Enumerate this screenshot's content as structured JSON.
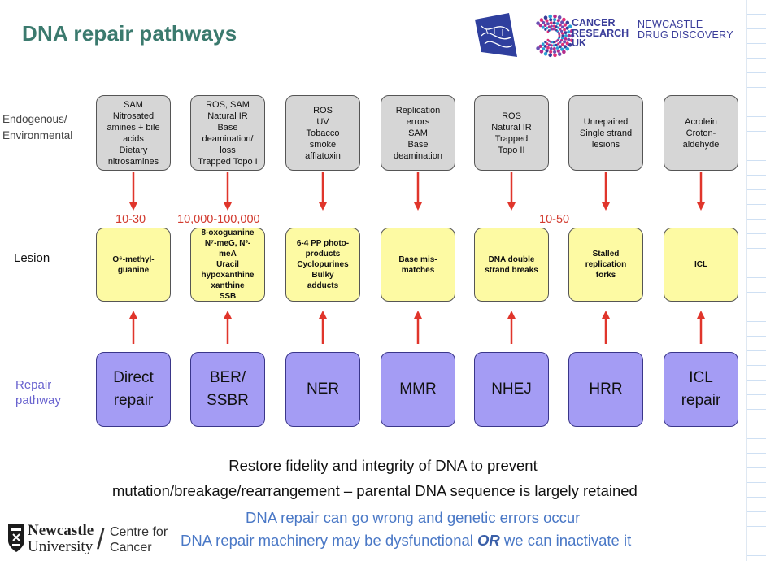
{
  "header": {
    "title": "DNA repair pathways",
    "cru_lines": [
      "CANCER",
      "RESEARCH",
      "UK"
    ],
    "ndd_lines": [
      "NEWCASTLE",
      "DRUG DISCOVERY"
    ]
  },
  "row_labels": {
    "source": "Endogenous/\nEnvironmental",
    "lesion": "Lesion",
    "repair": "Repair\npathway"
  },
  "frequencies": [
    {
      "text": "10-30",
      "column": 0
    },
    {
      "text": "10,000-100,000",
      "column": 1
    },
    {
      "text": "10-50",
      "column": 4
    }
  ],
  "columns": [
    {
      "source": "SAM\nNitrosated\namines + bile\nacids\nDietary\nnitrosamines",
      "lesion": "O⁶-methyl-\nguanine",
      "repair": "Direct\nrepair"
    },
    {
      "source": "ROS, SAM\nNatural IR\nBase deamination/\nloss\nTrapped Topo I",
      "lesion": "8-oxoguanine\nN⁷-meG, N³-\nmeA\nUracil\nhypoxanthine\nxanthine\nSSB",
      "repair": "BER/\nSSBR"
    },
    {
      "source": "ROS\nUV\nTobacco\nsmoke\nafflatoxin",
      "lesion": "6-4 PP photo-\nproducts\nCyclopurines\nBulky\nadducts",
      "repair": "NER"
    },
    {
      "source": "Replication\nerrors\nSAM\nBase\ndeamination",
      "lesion": "Base mis-\nmatches",
      "repair": "MMR"
    },
    {
      "source": "ROS\nNatural IR\nTrapped\nTopo II",
      "lesion": "DNA double\nstrand breaks",
      "repair": "NHEJ"
    },
    {
      "source": "Unrepaired\nSingle strand\nlesions",
      "lesion": "Stalled\nreplication\nforks",
      "repair": "HRR"
    },
    {
      "source": "Acrolein\nCroton-\naldehyde",
      "lesion": "ICL",
      "repair": "ICL\nrepair"
    }
  ],
  "footer": {
    "line1": "Restore fidelity and integrity of DNA to prevent",
    "line2": "mutation/breakage/rearrangement – parental DNA sequence is largely retained",
    "line3": "DNA repair can go wrong and genetic errors occur",
    "line4_pre": "DNA repair machinery may be dysfunctional ",
    "line4_emph": "OR",
    "line4_post": " we can inactivate it",
    "nu_name": "Newcastle",
    "nu_univ": "University",
    "cfc_lines": [
      "Centre for",
      "Cancer"
    ]
  },
  "colors": {
    "title": "#3b7a6e",
    "arrow": "#e0352b",
    "source_box": "#d6d6d6",
    "lesion_box": "#fdfaa3",
    "repair_box": "#a49cf4",
    "accent_text": "#4a78c6"
  }
}
